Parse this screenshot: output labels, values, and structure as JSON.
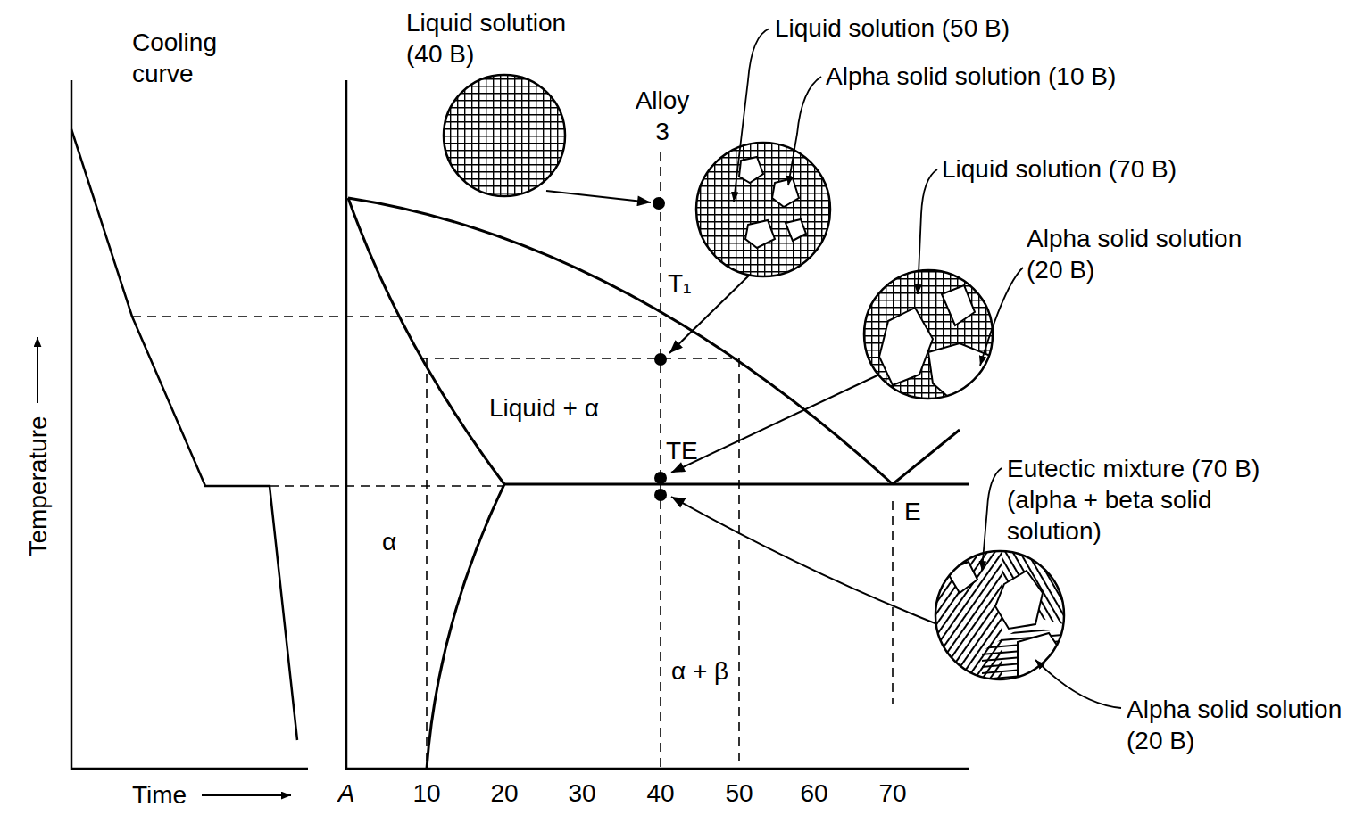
{
  "diagram": {
    "labels": [
      "Cooling curve",
      "Liquid solution (40 B)",
      "Alloy 3",
      "Liquid solution (50 B)",
      "Alpha solid solution (10 B)",
      "Liquid solution (70 B)",
      "Alpha solid solution (20 B)",
      "T₁",
      "Liquid + α",
      "TE",
      "E",
      "Eutectic mixture (70 B) (alpha + beta solid solution)",
      "α",
      "α + β",
      "Alpha solid solution (20 B)",
      "Temperature",
      "Time",
      "A",
      "10",
      "20",
      "30",
      "40",
      "50",
      "60",
      "70"
    ]
  }
}
